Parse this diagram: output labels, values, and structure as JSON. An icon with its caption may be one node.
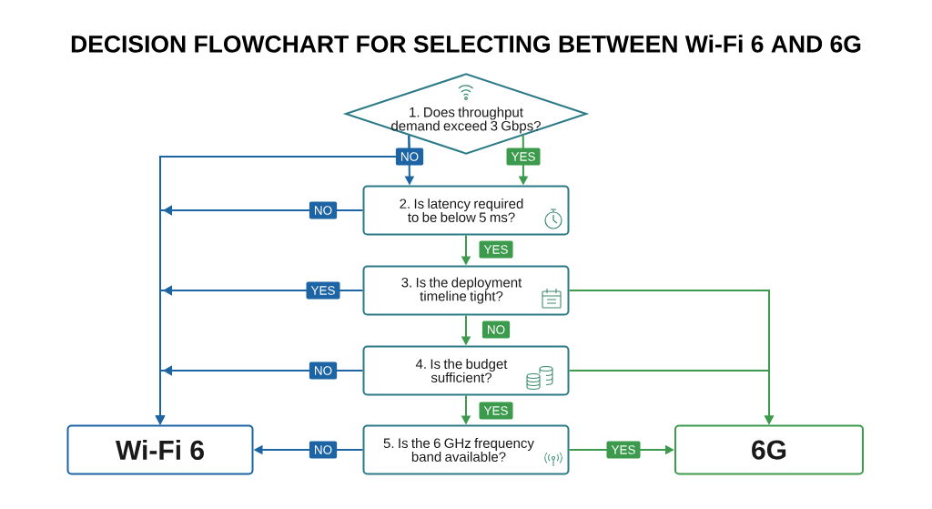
{
  "diagram": {
    "title": "DECISION FLOWCHART FOR SELECTING BETWEEN Wi-Fi 6 AND 6G",
    "nodes": [
      {
        "text": [
          "1. Does throughput demand exceed 3 Gbps?"
        ]
      },
      {
        "text": [
          "2. Is latency required to be below 5 ms?"
        ]
      },
      {
        "text": [
          "3. Is the deployment timeline tight?"
        ]
      },
      {
        "text": [
          "4. Is the budget sufficient?"
        ]
      },
      {
        "text": [
          "5. Is the 6 GHz frequency band available?"
        ]
      },
      {
        "text": [
          "Wi-Fi 6"
        ]
      },
      {
        "text": [
          "6G"
        ]
      }
    ],
    "edges": [
      {
        "from": 0,
        "to": 1,
        "arrow": "to",
        "label": "NO",
        "color": "#1c64a4"
      },
      {
        "from": 0,
        "to": 1,
        "arrow": "to",
        "label": "YES"
      },
      {
        "from": 0,
        "to": 5,
        "arrow": "to",
        "color": "#1c64a4"
      },
      {
        "from": 1,
        "to": 5,
        "arrow": "to",
        "label": "NO",
        "color": "#1c64a4"
      },
      {
        "from": 1,
        "to": 2,
        "arrow": "to",
        "label": "YES"
      },
      {
        "from": 2,
        "to": 5,
        "arrow": "to",
        "label": "YES",
        "color": "#1c64a4"
      },
      {
        "from": 2,
        "to": 6,
        "arrow": "to"
      },
      {
        "from": 2,
        "to": 3,
        "arrow": "to",
        "label": "NO"
      },
      {
        "from": 3,
        "to": 5,
        "arrow": "to",
        "label": "NO",
        "color": "#1c64a4"
      },
      {
        "from": 3,
        "to": 6,
        "arrow": "to"
      },
      {
        "from": 3,
        "to": 4,
        "arrow": "to",
        "label": "YES"
      },
      {
        "from": 4,
        "to": 5,
        "arrow": "to",
        "label": "NO",
        "color": "#1c64a4"
      },
      {
        "from": 4,
        "to": 6,
        "arrow": "to",
        "label": "YES"
      }
    ]
  }
}
